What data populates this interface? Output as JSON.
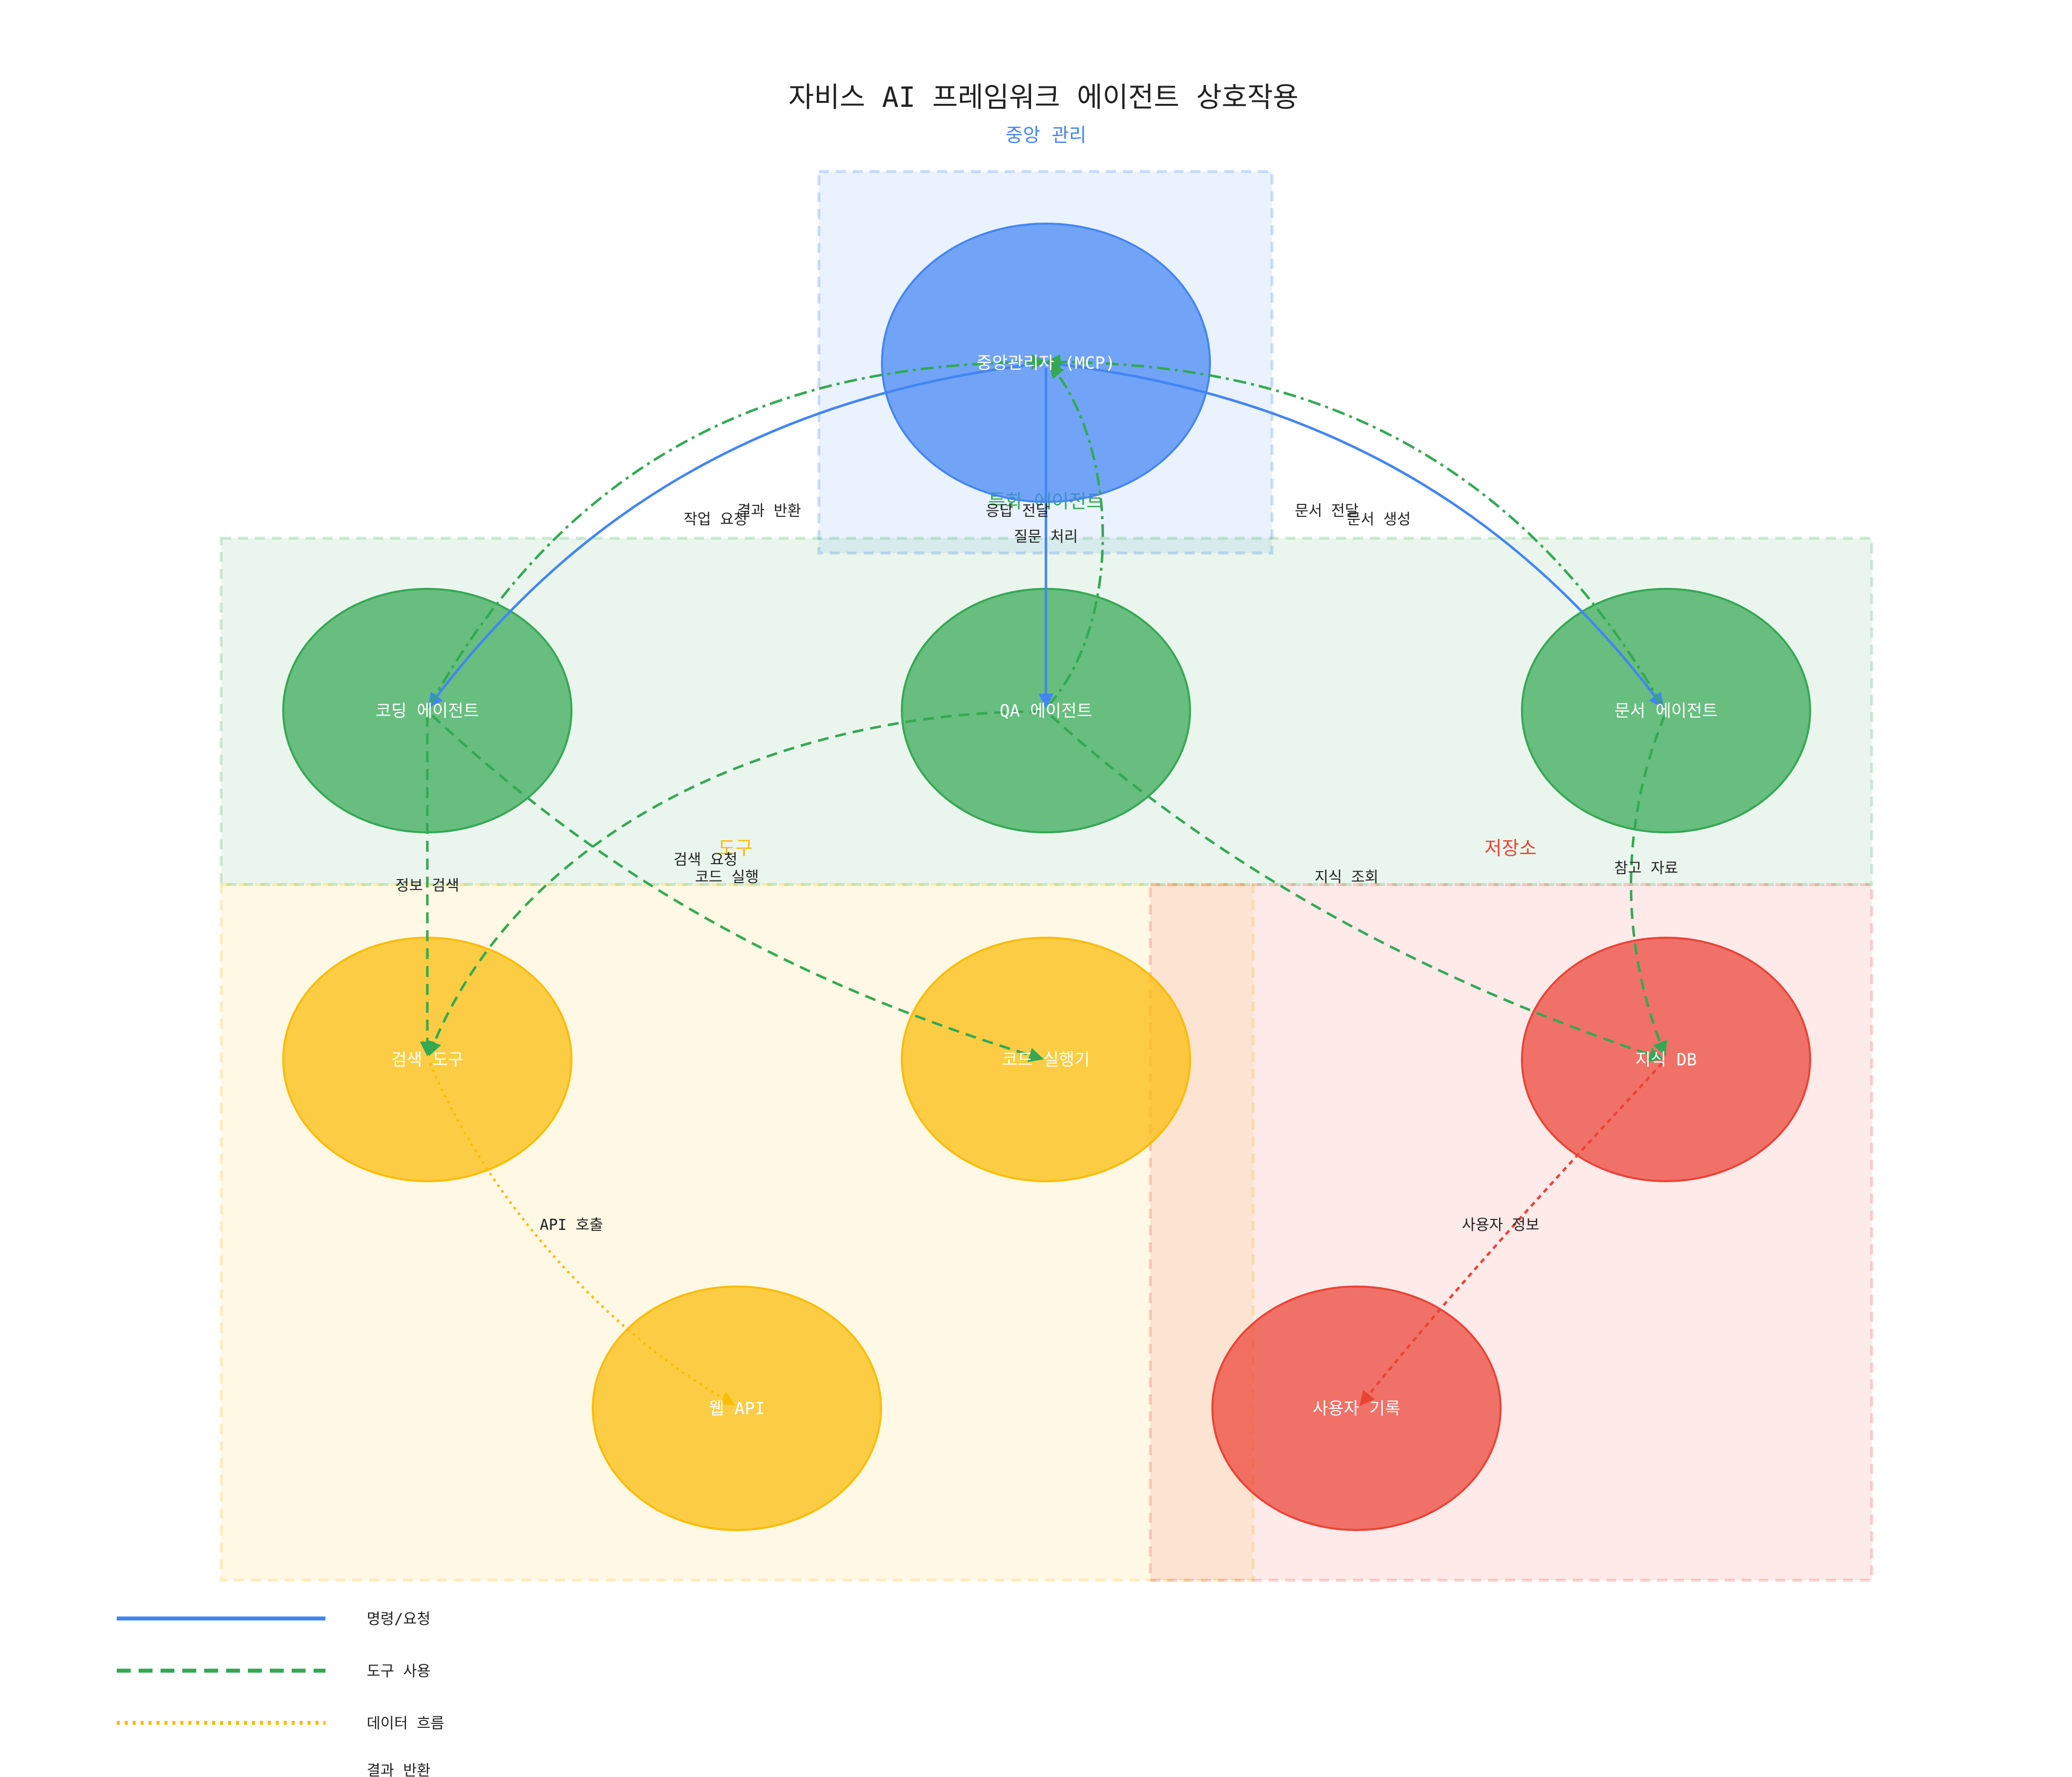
{
  "title": "자비스 AI 프레임워크 에이전트 상호작용",
  "colors": {
    "central": "#4285F4",
    "agents": "#34A853",
    "tools": "#FBBC05",
    "storage": "#EA4335"
  },
  "groups": {
    "central": "중앙 관리",
    "agents": "특화 에이전트",
    "tools": "도구",
    "storage": "저장소"
  },
  "nodes": {
    "mcp": "중앙관리자 (MCP)",
    "coding": "코딩 에이전트",
    "qa": "QA 에이전트",
    "doc": "문서 에이전트",
    "search": "검색 도구",
    "code_exec": "코드 실행기",
    "knowledge": "지식 DB",
    "web_api": "웹 API",
    "user_records": "사용자 기록"
  },
  "edge_labels": {
    "task_request": "작업 요청",
    "result_return_coding": "결과 반환",
    "answer_delivery": "응답 전달",
    "question_process": "질문 처리",
    "doc_delivery": "문서 전달",
    "doc_create": "문서 생성",
    "info_search": "정보 검색",
    "search_request": "검색 요청",
    "code_run": "코드 실행",
    "knowledge_query": "지식 조회",
    "reference": "참고 자료",
    "api_call": "API 호출",
    "user_info": "사용자 정보"
  },
  "legend": {
    "command": "명령/요청",
    "tool_use": "도구 사용",
    "data_flow": "데이터 흐름",
    "result_return": "결과 반환"
  }
}
